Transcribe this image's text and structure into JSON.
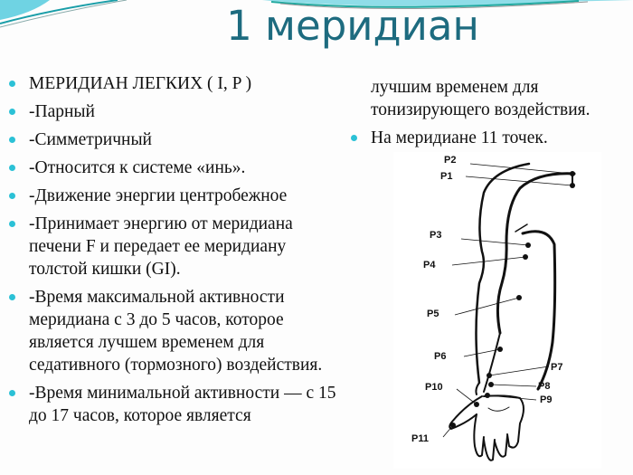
{
  "slide": {
    "title": "1 меридиан",
    "accent_color": "#1d6b7f",
    "bullet_color": "#2bc1d6"
  },
  "left_column": {
    "items": [
      "МЕРИДИАН ЛЕГКИХ ( I, P )",
      "-Парный",
      "-Симметричный",
      "-Относится к системе «инь».",
      " -Движение энергии центробежное",
      " -Принимает энергию от меридиана печени F и передает ее меридиану толстой кишки (GI).",
      " -Время максимальной активности меридиана с 3 до 5 часов, которое является лучшем временем для седативного (тормозного) воздействия.",
      " -Время минимальной активности — с 15 до 17 часов, которое является"
    ]
  },
  "right_column": {
    "continuation": "лучшим временем для тонизирующего воздействия.",
    "items": [
      "На меридиане 11 точек."
    ]
  },
  "figure": {
    "name": "lung-meridian-arm-diagram",
    "points": [
      "P1",
      "P2",
      "P3",
      "P4",
      "P5",
      "P6",
      "P7",
      "P8",
      "P9",
      "P10",
      "P11"
    ]
  }
}
